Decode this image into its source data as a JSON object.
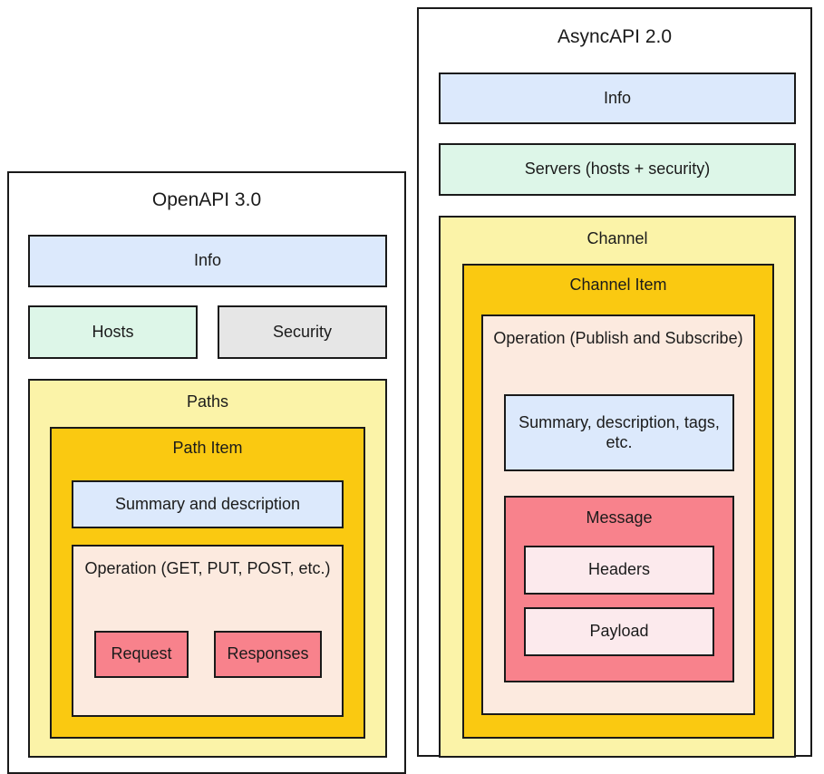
{
  "diagram": {
    "type": "nested-block-comparison",
    "panels": [
      {
        "id": "openapi",
        "title": "OpenAPI 3.0",
        "blocks": [
          {
            "id": "info",
            "label": "Info",
            "color": "#dce9fc"
          },
          {
            "id": "hosts",
            "label": "Hosts",
            "color": "#ddf6e8"
          },
          {
            "id": "security",
            "label": "Security",
            "color": "#e6e6e6"
          },
          {
            "id": "paths",
            "label": "Paths",
            "color": "#fbf3a8"
          },
          {
            "id": "path-item",
            "label": "Path Item",
            "color": "#fac911"
          },
          {
            "id": "summary",
            "label": "Summary and description",
            "color": "#dce9fc"
          },
          {
            "id": "operation",
            "label": "Operation (GET, PUT, POST, etc.)",
            "color": "#fceadf"
          },
          {
            "id": "request",
            "label": "Request",
            "color": "#f8828c"
          },
          {
            "id": "responses",
            "label": "Responses",
            "color": "#f8828c"
          }
        ]
      },
      {
        "id": "asyncapi",
        "title": "AsyncAPI 2.0",
        "blocks": [
          {
            "id": "info",
            "label": "Info",
            "color": "#dce9fc"
          },
          {
            "id": "servers",
            "label": "Servers (hosts + security)",
            "color": "#ddf6e8"
          },
          {
            "id": "channel",
            "label": "Channel",
            "color": "#fbf3a8"
          },
          {
            "id": "channel-item",
            "label": "Channel Item",
            "color": "#fac911"
          },
          {
            "id": "operation",
            "label": "Operation (Publish and Subscribe)",
            "color": "#fceadf"
          },
          {
            "id": "summary",
            "label": "Summary, description, tags, etc.",
            "color": "#dce9fc"
          },
          {
            "id": "message",
            "label": "Message",
            "color": "#f8828c"
          },
          {
            "id": "headers",
            "label": "Headers",
            "color": "#fceaed"
          },
          {
            "id": "payload",
            "label": "Payload",
            "color": "#fceaed"
          }
        ]
      }
    ]
  },
  "openapi": {
    "title": "OpenAPI 3.0",
    "info": "Info",
    "hosts": "Hosts",
    "security": "Security",
    "paths": "Paths",
    "path_item": "Path Item",
    "summary": "Summary and description",
    "operation": "Operation (GET, PUT, POST, etc.)",
    "request": "Request",
    "responses": "Responses"
  },
  "asyncapi": {
    "title": "AsyncAPI 2.0",
    "info": "Info",
    "servers": "Servers (hosts + security)",
    "channel": "Channel",
    "channel_item": "Channel Item",
    "operation": "Operation (Publish and Subscribe)",
    "summary": "Summary, description, tags, etc.",
    "message": "Message",
    "headers": "Headers",
    "payload": "Payload"
  },
  "colors": {
    "border": "#1a1a1a",
    "background": "#ffffff",
    "blue": "#dce9fc",
    "green": "#ddf6e8",
    "grey": "#e6e6e6",
    "light_yellow": "#fbf3a8",
    "gold": "#fac911",
    "cream": "#fceadf",
    "red": "#f8828c",
    "pink": "#fceaed"
  }
}
